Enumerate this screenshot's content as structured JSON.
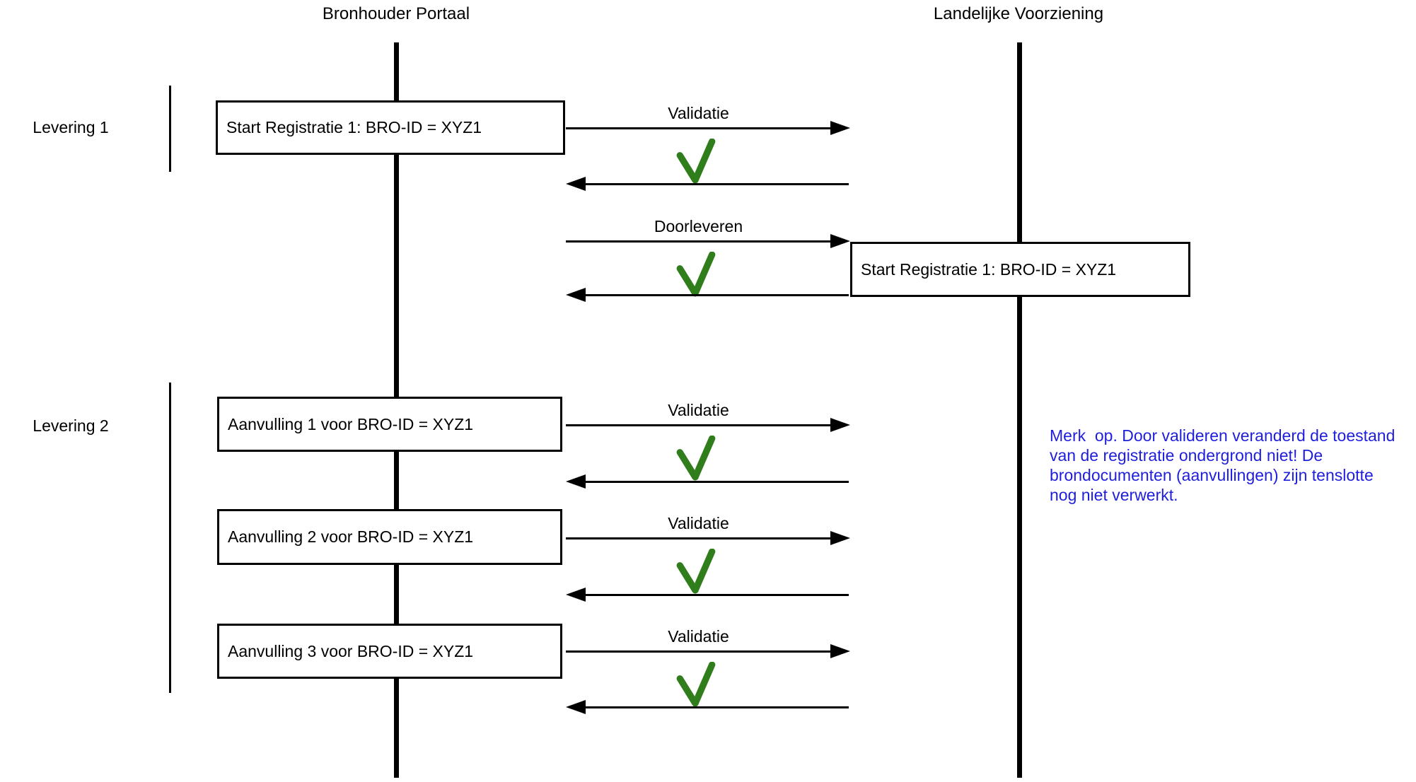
{
  "diagram": {
    "lifelines": [
      {
        "title": "Bronhouder Portaal"
      },
      {
        "title": "Landelijke Voorziening"
      }
    ],
    "groups": [
      {
        "label": "Levering 1"
      },
      {
        "label": "Levering 2"
      }
    ],
    "boxes": [
      {
        "label": "Start Registratie 1: BRO-ID = XYZ1",
        "lifeline": "Bronhouder Portaal"
      },
      {
        "label": "Start Registratie 1: BRO-ID = XYZ1",
        "lifeline": "Landelijke Voorziening"
      },
      {
        "label": "Aanvulling 1 voor BRO-ID = XYZ1",
        "lifeline": "Bronhouder Portaal"
      },
      {
        "label": "Aanvulling 2 voor BRO-ID = XYZ1",
        "lifeline": "Bronhouder Portaal"
      },
      {
        "label": "Aanvulling 3 voor BRO-ID = XYZ1",
        "lifeline": "Bronhouder Portaal"
      }
    ],
    "messages": [
      {
        "label": "Validatie",
        "result": "check-ok"
      },
      {
        "label": "Doorleveren",
        "result": "check-ok"
      },
      {
        "label": "Validatie",
        "result": "check-ok"
      },
      {
        "label": "Validatie",
        "result": "check-ok"
      },
      {
        "label": "Validatie",
        "result": "check-ok"
      }
    ],
    "note": {
      "lines": [
        "Merk  op. Door valideren veranderd de toestand",
        "van de registratie ondergrond niet! De",
        "brondocumenten (aanvullingen) zijn tenslotte",
        "nog niet verwerkt."
      ]
    },
    "colors": {
      "check_green": "#2F7D1B",
      "note_blue": "#1e1edc",
      "line_black": "#000000"
    }
  }
}
